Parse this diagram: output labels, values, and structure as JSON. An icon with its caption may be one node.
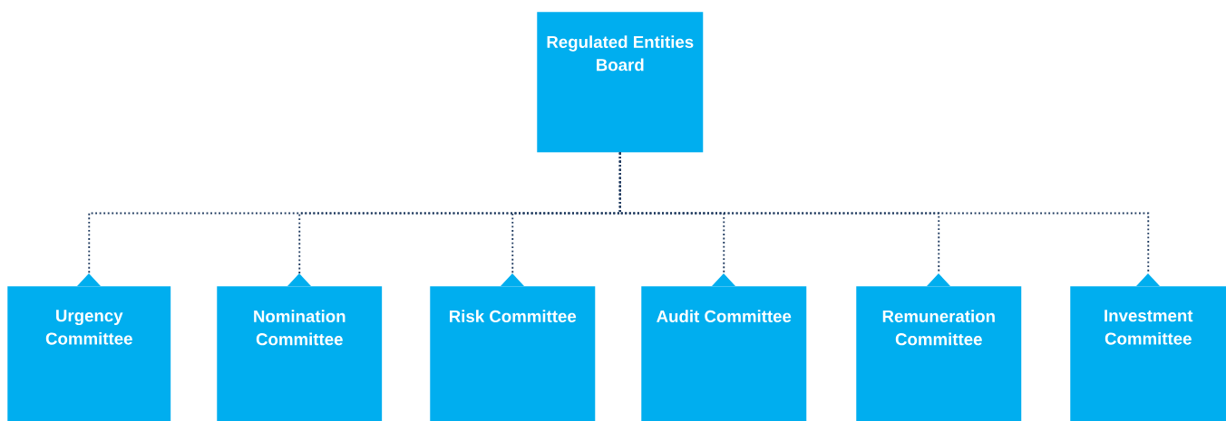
{
  "diagram": {
    "nodes": [
      {
        "text": [
          "Regulated Entities Board"
        ]
      },
      {
        "text": [
          "Urgency Committee"
        ]
      },
      {
        "text": [
          "Nomination Committee"
        ]
      },
      {
        "text": [
          "Risk Committee"
        ]
      },
      {
        "text": [
          "Audit Committee"
        ]
      },
      {
        "text": [
          "Remuneration Committee"
        ]
      },
      {
        "text": [
          "Investment Committee"
        ]
      }
    ],
    "edges": [
      {
        "from": 0,
        "to": 1,
        "arrow": "none"
      },
      {
        "from": 0,
        "to": 2,
        "arrow": "none"
      },
      {
        "from": 0,
        "to": 3,
        "arrow": "none"
      },
      {
        "from": 0,
        "to": 4,
        "arrow": "none"
      },
      {
        "from": 0,
        "to": 5,
        "arrow": "none"
      },
      {
        "from": 0,
        "to": 6,
        "arrow": "none"
      }
    ]
  }
}
